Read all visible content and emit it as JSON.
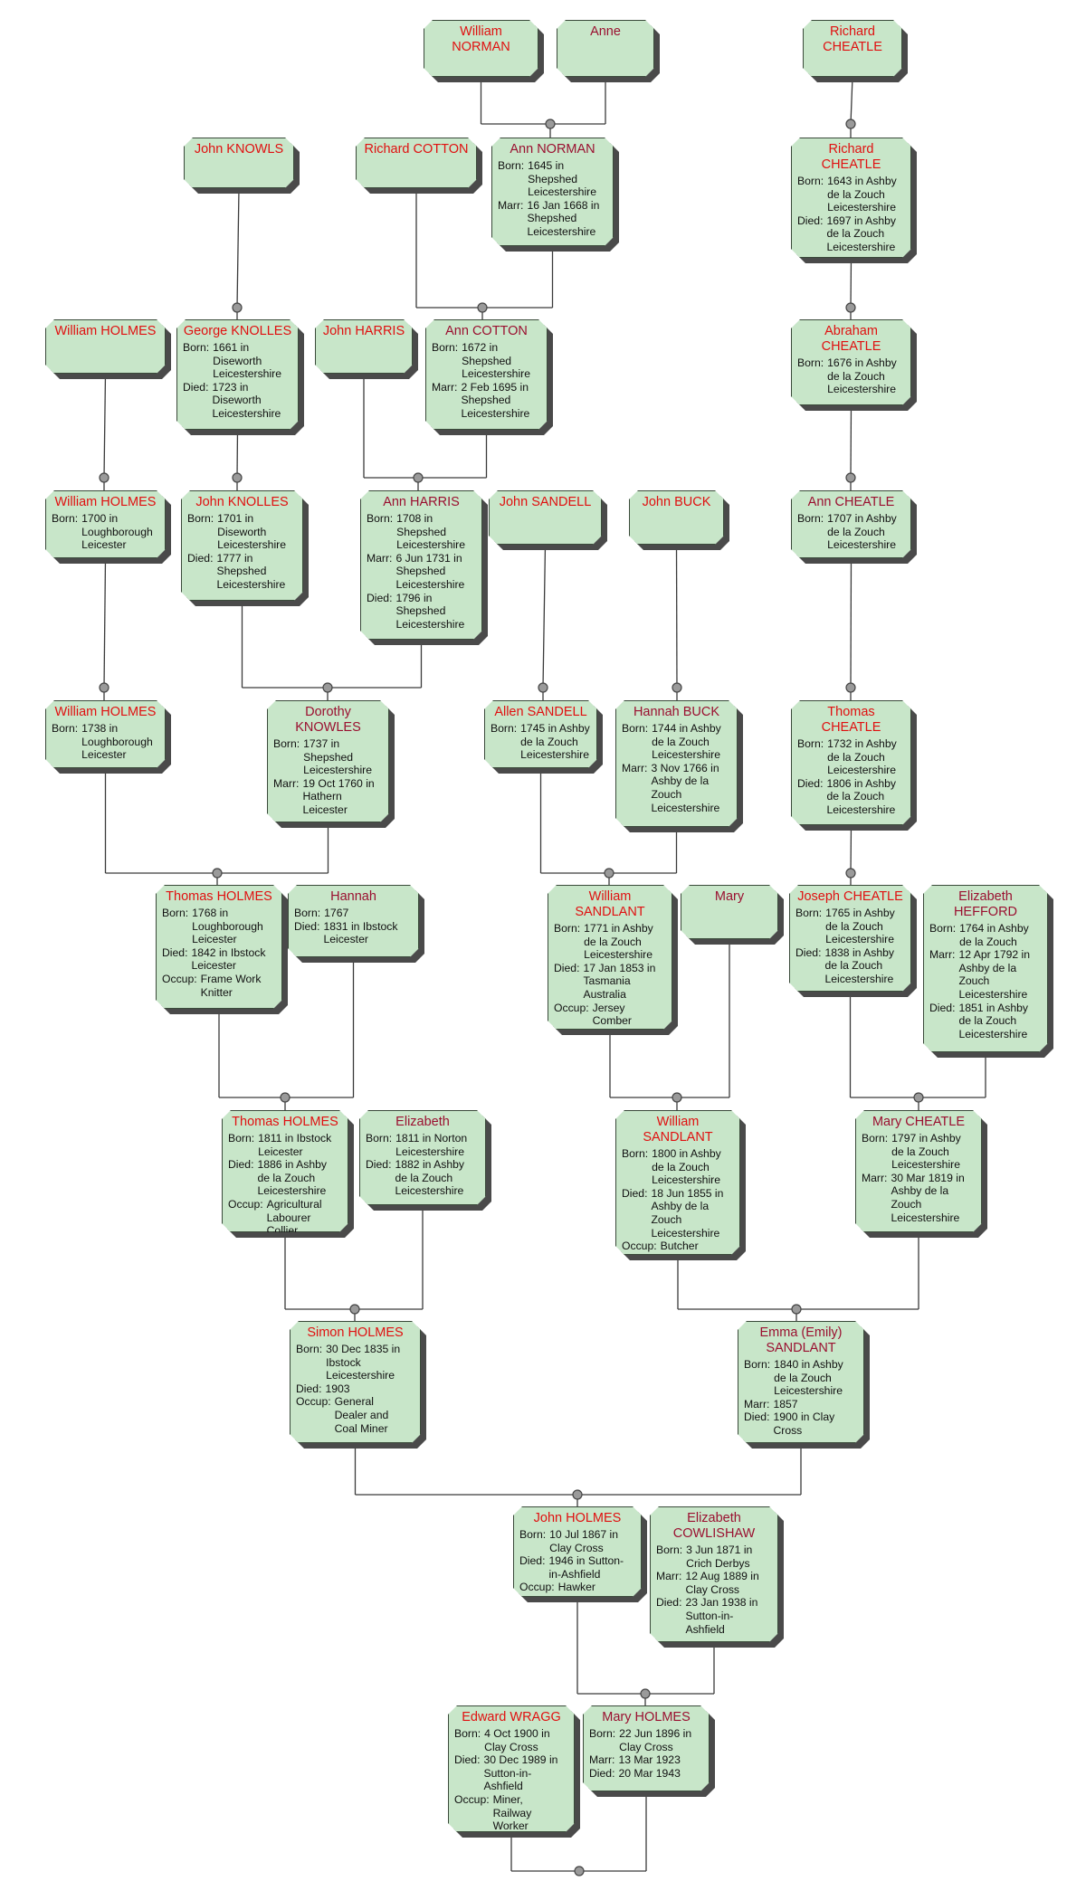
{
  "people": [
    {
      "id": "william-norman",
      "name": "William NORMAN",
      "kind": "direct",
      "facts": []
    },
    {
      "id": "anne",
      "name": "Anne",
      "kind": "spouse",
      "facts": []
    },
    {
      "id": "richard-cheatle-sr",
      "name": "Richard\nCHEATLE",
      "kind": "direct",
      "facts": []
    },
    {
      "id": "john-knowls",
      "name": "John KNOWLS",
      "kind": "direct",
      "facts": []
    },
    {
      "id": "richard-cotton",
      "name": "Richard COTTON",
      "kind": "direct",
      "facts": []
    },
    {
      "id": "ann-norman",
      "name": "Ann NORMAN",
      "kind": "spouse",
      "facts": [
        {
          "label": "Born:",
          "value": "1645 in\nShepshed\nLeicestershire"
        },
        {
          "label": "Marr:",
          "value": "16 Jan 1668 in\nShepshed\nLeicestershire"
        }
      ]
    },
    {
      "id": "richard-cheatle",
      "name": "Richard\nCHEATLE",
      "kind": "direct",
      "facts": [
        {
          "label": "Born:",
          "value": "1643 in Ashby\nde la Zouch\nLeicestershire"
        },
        {
          "label": "Died:",
          "value": "1697 in Ashby\nde la Zouch\nLeicestershire"
        }
      ]
    },
    {
      "id": "william-holmes-1",
      "name": "William HOLMES",
      "kind": "direct",
      "facts": []
    },
    {
      "id": "george-knolles",
      "name": "George KNOLLES",
      "kind": "direct",
      "facts": [
        {
          "label": "Born:",
          "value": "1661 in\nDiseworth\nLeicestershire"
        },
        {
          "label": "Died:",
          "value": "1723 in\nDiseworth\nLeicestershire"
        }
      ]
    },
    {
      "id": "john-harris",
      "name": "John HARRIS",
      "kind": "direct",
      "facts": []
    },
    {
      "id": "ann-cotton",
      "name": "Ann COTTON",
      "kind": "spouse",
      "facts": [
        {
          "label": "Born:",
          "value": "1672 in\nShepshed\nLeicestershire"
        },
        {
          "label": "Marr:",
          "value": "2 Feb 1695 in\nShepshed\nLeicestershire"
        }
      ]
    },
    {
      "id": "abraham-cheatle",
      "name": "Abraham\nCHEATLE",
      "kind": "direct",
      "facts": [
        {
          "label": "Born:",
          "value": "1676 in Ashby\nde la Zouch\nLeicestershire"
        }
      ]
    },
    {
      "id": "william-holmes-2",
      "name": "William HOLMES",
      "kind": "direct",
      "facts": [
        {
          "label": "Born:",
          "value": "1700 in\nLoughborough\nLeicester"
        }
      ]
    },
    {
      "id": "john-knolles",
      "name": "John KNOLLES",
      "kind": "direct",
      "facts": [
        {
          "label": "Born:",
          "value": "1701 in\nDiseworth\nLeicestershire"
        },
        {
          "label": "Died:",
          "value": "1777 in\nShepshed\nLeicestershire"
        }
      ]
    },
    {
      "id": "ann-harris",
      "name": "Ann HARRIS",
      "kind": "spouse",
      "facts": [
        {
          "label": "Born:",
          "value": "1708 in\nShepshed\nLeicestershire"
        },
        {
          "label": "Marr:",
          "value": "6 Jun 1731 in\nShepshed\nLeicestershire"
        },
        {
          "label": "Died:",
          "value": "1796 in\nShepshed\nLeicestershire"
        }
      ]
    },
    {
      "id": "john-sandell",
      "name": "John SANDELL",
      "kind": "direct",
      "facts": []
    },
    {
      "id": "john-buck",
      "name": "John BUCK",
      "kind": "direct",
      "facts": []
    },
    {
      "id": "ann-cheatle",
      "name": "Ann CHEATLE",
      "kind": "spouse",
      "facts": [
        {
          "label": "Born:",
          "value": "1707 in Ashby\nde la Zouch\nLeicestershire"
        }
      ]
    },
    {
      "id": "william-holmes-3",
      "name": "William HOLMES",
      "kind": "direct",
      "facts": [
        {
          "label": "Born:",
          "value": "1738 in\nLoughborough\nLeicester"
        }
      ]
    },
    {
      "id": "dorothy-knowles",
      "name": "Dorothy\nKNOWLES",
      "kind": "spouse",
      "facts": [
        {
          "label": "Born:",
          "value": "1737 in\nShepshed\nLeicestershire"
        },
        {
          "label": "Marr:",
          "value": "19 Oct 1760 in\nHathern\nLeicester"
        }
      ]
    },
    {
      "id": "allen-sandell",
      "name": "Allen SANDELL",
      "kind": "direct",
      "facts": [
        {
          "label": "Born:",
          "value": "1745 in Ashby\nde la Zouch\nLeicestershire"
        }
      ]
    },
    {
      "id": "hannah-buck",
      "name": "Hannah BUCK",
      "kind": "spouse",
      "facts": [
        {
          "label": "Born:",
          "value": "1744 in Ashby\nde la Zouch\nLeicestershire"
        },
        {
          "label": "Marr:",
          "value": "3 Nov 1766 in\nAshby de la\nZouch\nLeicestershire"
        }
      ]
    },
    {
      "id": "thomas-cheatle",
      "name": "Thomas\nCHEATLE",
      "kind": "direct",
      "facts": [
        {
          "label": "Born:",
          "value": "1732 in Ashby\nde la Zouch\nLeicestershire"
        },
        {
          "label": "Died:",
          "value": "1806 in Ashby\nde la Zouch\nLeicestershire"
        }
      ]
    },
    {
      "id": "thomas-holmes-1",
      "name": "Thomas HOLMES",
      "kind": "direct",
      "facts": [
        {
          "label": "Born:",
          "value": "1768 in\nLoughborough\nLeicester"
        },
        {
          "label": "Died:",
          "value": "1842 in Ibstock\nLeicester"
        },
        {
          "label": "Occup:",
          "value": "Frame Work\nKnitter"
        }
      ]
    },
    {
      "id": "hannah",
      "name": "Hannah",
      "kind": "spouse",
      "facts": [
        {
          "label": "Born:",
          "value": "1767"
        },
        {
          "label": "Died:",
          "value": "1831 in Ibstock\nLeicester"
        }
      ]
    },
    {
      "id": "william-sandlant-1",
      "name": "William\nSANDLANT",
      "kind": "direct",
      "facts": [
        {
          "label": "Born:",
          "value": "1771 in Ashby\nde la Zouch\nLeicestershire"
        },
        {
          "label": "Died:",
          "value": "17 Jan 1853 in\nTasmania\nAustralia"
        },
        {
          "label": "Occup:",
          "value": "Jersey\nComber"
        }
      ]
    },
    {
      "id": "mary",
      "name": "Mary",
      "kind": "spouse",
      "facts": []
    },
    {
      "id": "joseph-cheatle",
      "name": "Joseph CHEATLE",
      "kind": "direct",
      "facts": [
        {
          "label": "Born:",
          "value": "1765 in Ashby\nde la Zouch\nLeicestershire"
        },
        {
          "label": "Died:",
          "value": "1838 in Ashby\nde la Zouch\nLeicestershire"
        }
      ]
    },
    {
      "id": "elizabeth-hefford",
      "name": "Elizabeth\nHEFFORD",
      "kind": "spouse",
      "facts": [
        {
          "label": "Born:",
          "value": "1764 in Ashby\nde la Zouch"
        },
        {
          "label": "Marr:",
          "value": "12 Apr 1792 in\nAshby de la\nZouch\nLeicestershire"
        },
        {
          "label": "Died:",
          "value": "1851 in Ashby\nde la Zouch\nLeicestershire"
        }
      ]
    },
    {
      "id": "thomas-holmes-2",
      "name": "Thomas HOLMES",
      "kind": "direct",
      "facts": [
        {
          "label": "Born:",
          "value": "1811 in Ibstock\nLeicester"
        },
        {
          "label": "Died:",
          "value": "1886 in Ashby\nde la Zouch\nLeicestershire"
        },
        {
          "label": "Occup:",
          "value": "Agricultural\nLabourer Collier"
        }
      ]
    },
    {
      "id": "elizabeth",
      "name": "Elizabeth",
      "kind": "spouse",
      "facts": [
        {
          "label": "Born:",
          "value": "1811 in Norton\nLeicestershire"
        },
        {
          "label": "Died:",
          "value": "1882 in Ashby\nde la Zouch\nLeicestershire"
        }
      ]
    },
    {
      "id": "william-sandlant-2",
      "name": "William\nSANDLANT",
      "kind": "direct",
      "facts": [
        {
          "label": "Born:",
          "value": "1800 in Ashby\nde la Zouch\nLeicestershire"
        },
        {
          "label": "Died:",
          "value": "18 Jun 1855 in\nAshby de la\nZouch\nLeicestershire"
        },
        {
          "label": "Occup:",
          "value": "Butcher"
        }
      ]
    },
    {
      "id": "mary-cheatle",
      "name": "Mary CHEATLE",
      "kind": "spouse",
      "facts": [
        {
          "label": "Born:",
          "value": "1797 in Ashby\nde la Zouch\nLeicestershire"
        },
        {
          "label": "Marr:",
          "value": "30 Mar 1819 in\nAshby de la\nZouch\nLeicestershire"
        }
      ]
    },
    {
      "id": "simon-holmes",
      "name": "Simon HOLMES",
      "kind": "direct",
      "facts": [
        {
          "label": "Born:",
          "value": "30 Dec 1835 in\nIbstock\nLeicestershire"
        },
        {
          "label": "Died:",
          "value": "1903"
        },
        {
          "label": "Occup:",
          "value": "General\nDealer and\nCoal Miner"
        }
      ]
    },
    {
      "id": "emma-sandlant",
      "name": "Emma (Emily)\nSANDLANT",
      "kind": "spouse",
      "facts": [
        {
          "label": "Born:",
          "value": "1840 in Ashby\nde la Zouch\nLeicestershire"
        },
        {
          "label": "Marr:",
          "value": "1857"
        },
        {
          "label": "Died:",
          "value": "1900 in Clay\nCross"
        }
      ]
    },
    {
      "id": "john-holmes",
      "name": "John HOLMES",
      "kind": "direct",
      "facts": [
        {
          "label": "Born:",
          "value": "10 Jul 1867 in\nClay Cross"
        },
        {
          "label": "Died:",
          "value": "1946 in Sutton-\nin-Ashfield"
        },
        {
          "label": "Occup:",
          "value": "Hawker"
        }
      ]
    },
    {
      "id": "elizabeth-cowlishaw",
      "name": "Elizabeth\nCOWLISHAW",
      "kind": "spouse",
      "facts": [
        {
          "label": "Born:",
          "value": "3 Jun 1871 in\nCrich Derbys"
        },
        {
          "label": "Marr:",
          "value": "12 Aug 1889 in\nClay Cross"
        },
        {
          "label": "Died:",
          "value": "23 Jan 1938 in\nSutton-in-\nAshfield"
        }
      ]
    },
    {
      "id": "edward-wragg",
      "name": "Edward WRAGG",
      "kind": "direct",
      "facts": [
        {
          "label": "Born:",
          "value": "4 Oct 1900 in\nClay Cross"
        },
        {
          "label": "Died:",
          "value": "30 Dec 1989 in\nSutton-in-\nAshfield"
        },
        {
          "label": "Occup:",
          "value": "Miner,\nRailway Worker"
        }
      ]
    },
    {
      "id": "mary-holmes",
      "name": "Mary HOLMES",
      "kind": "spouse",
      "facts": [
        {
          "label": "Born:",
          "value": "22 Jun 1896 in\nClay Cross"
        },
        {
          "label": "Marr:",
          "value": "13 Mar 1923"
        },
        {
          "label": "Died:",
          "value": "20 Mar 1943"
        }
      ]
    }
  ]
}
